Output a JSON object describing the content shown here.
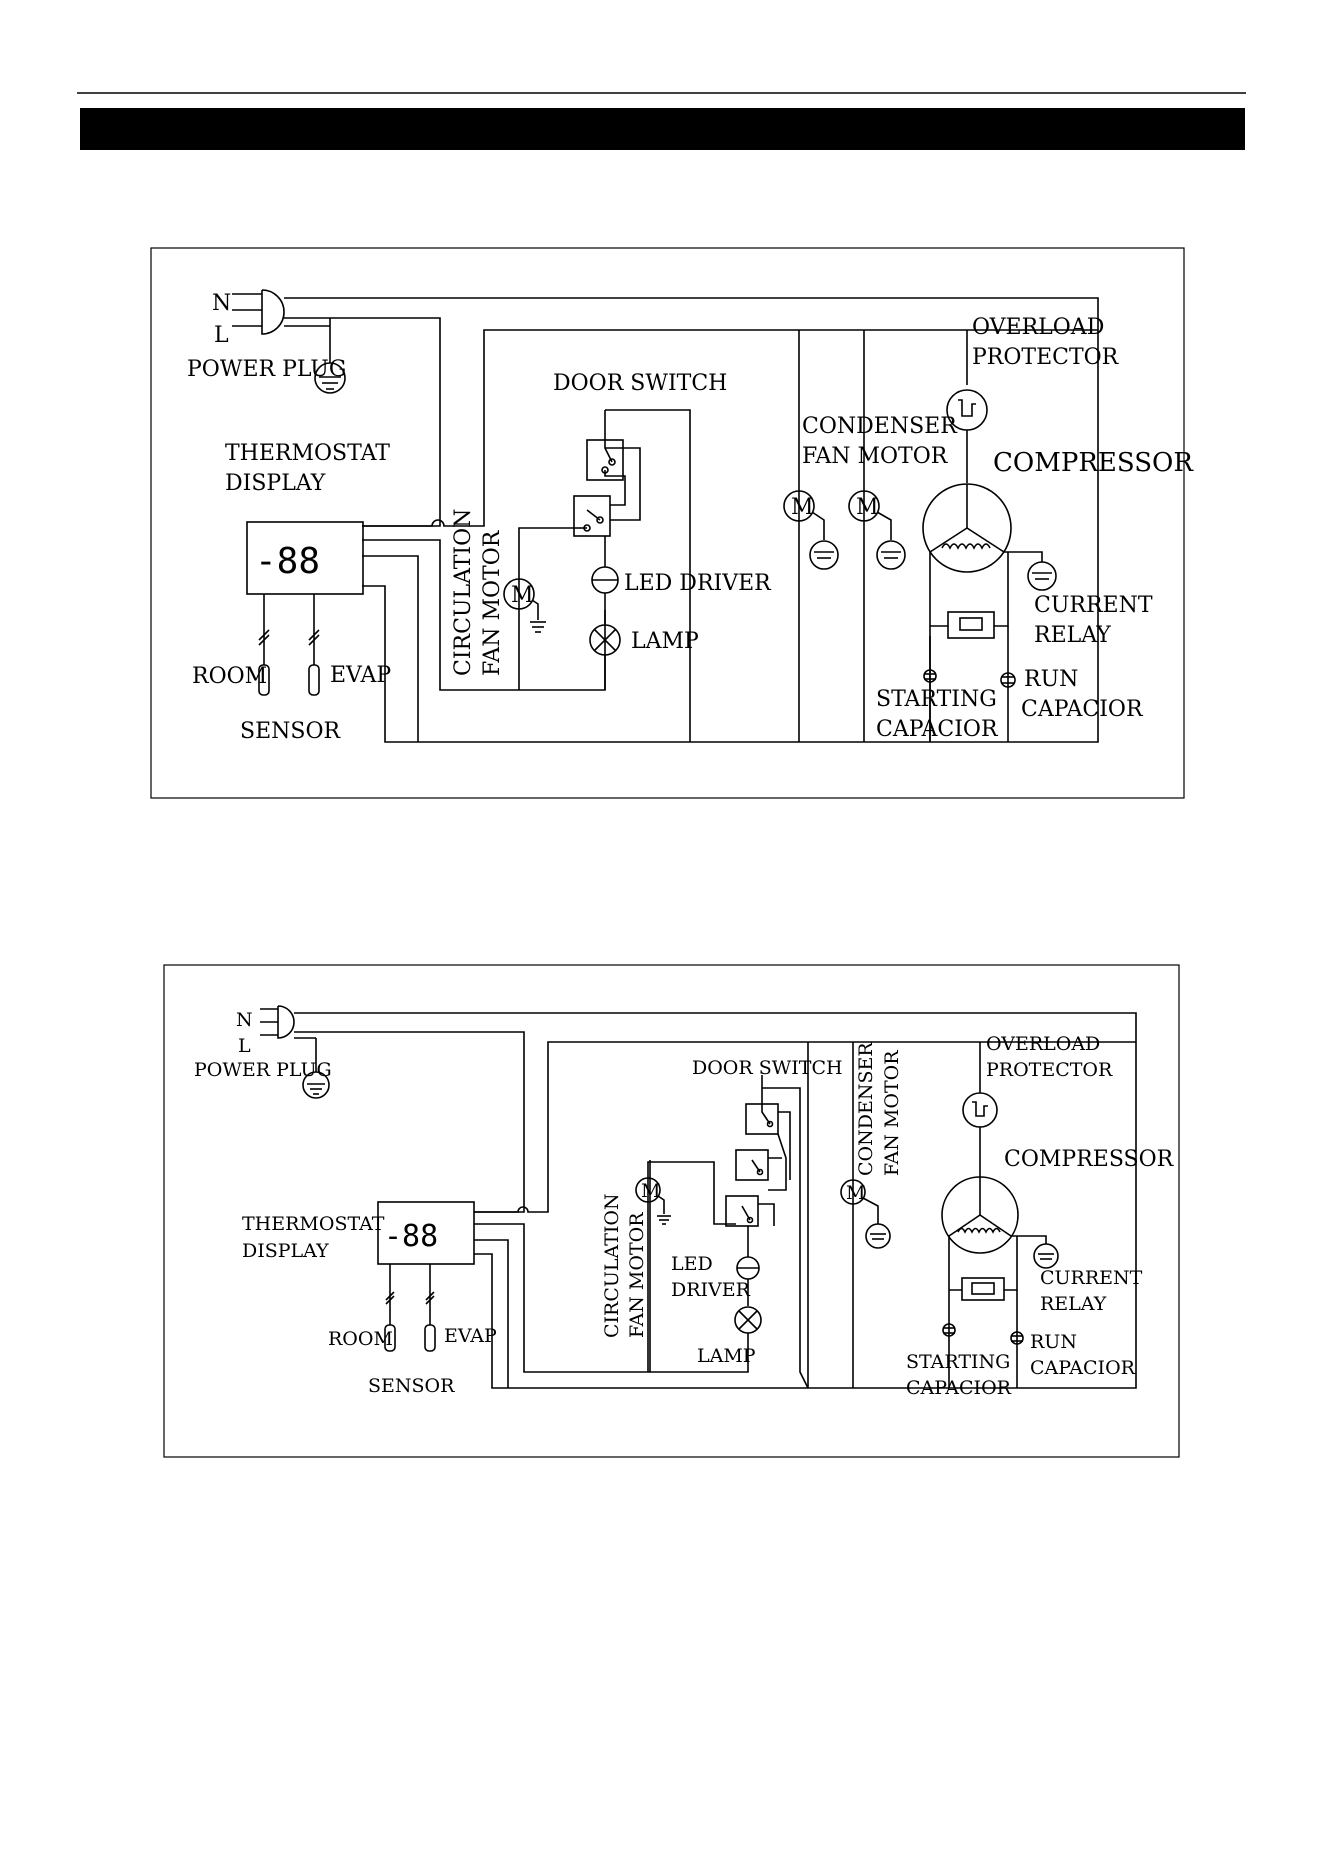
{
  "header_rule": true,
  "title_bar": {
    "color": "#000000",
    "text": ""
  },
  "diagram1": {
    "labels": {
      "n": "N",
      "l": "L",
      "power_plug": "POWER PLUG",
      "door_switch": "DOOR SWITCH",
      "thermostat_1": "THERMOSTAT",
      "thermostat_2": "DISPLAY",
      "display_readout": "-88",
      "circulation_1": "CIRCULATION",
      "circulation_2": "FAN MOTOR",
      "led_driver": "LED DRIVER",
      "lamp": "LAMP",
      "condenser_1": "CONDENSER",
      "condenser_2": "FAN MOTOR",
      "overload_1": "OVERLOAD",
      "overload_2": "PROTECTOR",
      "compressor": "COMPRESSOR",
      "current_1": "CURRENT",
      "current_2": "RELAY",
      "room": "ROOM",
      "evap": "EVAP",
      "sensor": "SENSOR",
      "starting_1": "STARTING",
      "starting_2": "CAPACIOR",
      "run_1": "RUN",
      "run_2": "CAPACIOR",
      "motor": "M"
    }
  },
  "diagram2": {
    "labels": {
      "n": "N",
      "l": "L",
      "power_plug": "POWER PLUG",
      "door_switch": "DOOR SWITCH",
      "thermostat_1": "THERMOSTAT",
      "thermostat_2": "DISPLAY",
      "display_readout": "-88",
      "circulation_1": "CIRCULATION",
      "circulation_2": "FAN MOTOR",
      "led_1": "LED",
      "led_2": "DRIVER",
      "lamp": "LAMP",
      "condenser_1": "CONDENSER",
      "condenser_2": "FAN MOTOR",
      "overload_1": "OVERLOAD",
      "overload_2": "PROTECTOR",
      "compressor": "COMPRESSOR",
      "current_1": "CURRENT",
      "current_2": "RELAY",
      "room": "ROOM",
      "evap": "EVAP",
      "sensor": "SENSOR",
      "starting_1": "STARTING",
      "starting_2": "CAPACIOR",
      "run_1": "RUN",
      "run_2": "CAPACIOR",
      "motor": "M"
    }
  }
}
